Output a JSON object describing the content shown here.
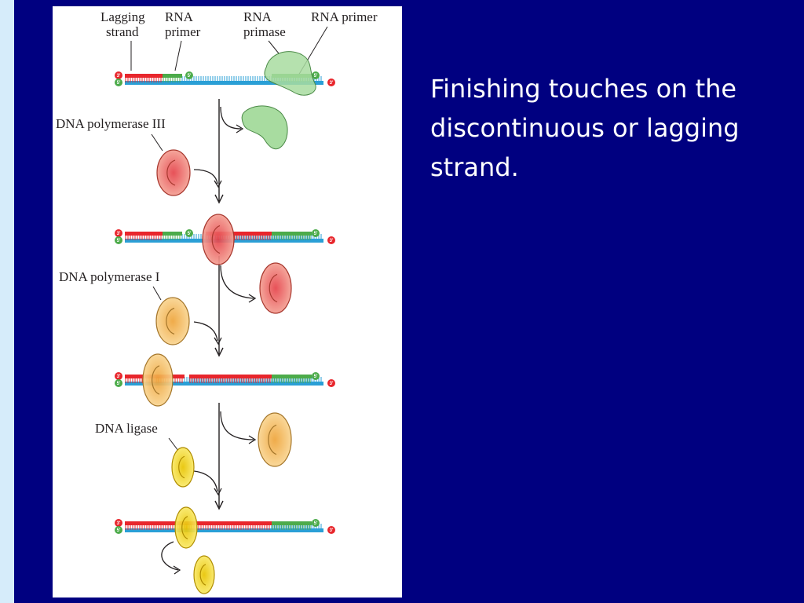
{
  "slide": {
    "caption": "Finishing touches on the discontinuous or lagging strand."
  },
  "figure": {
    "labels": {
      "lagging_strand_1": "Lagging",
      "lagging_strand_2": "strand",
      "rna_primer_1": "RNA",
      "rna_primer_2": "primer",
      "rna_primase_1": "RNA",
      "rna_primase_2": "primase",
      "rna_primer_right": "RNA primer",
      "dna_pol_3": "DNA polymerase III",
      "dna_pol_1": "DNA polymerase I",
      "dna_ligase": "DNA ligase"
    },
    "end_markers": {
      "three_prime": "3'",
      "five_prime": "5'"
    },
    "colors": {
      "background": "#000080",
      "dna_template": "#2a9fd6",
      "dna_new": "#e8262c",
      "rna_primer": "#4cab4a",
      "primase": "#a8dca0",
      "pol3": "#ef7c6e",
      "pol1": "#f5c66a",
      "ligase": "#f3da19"
    }
  }
}
